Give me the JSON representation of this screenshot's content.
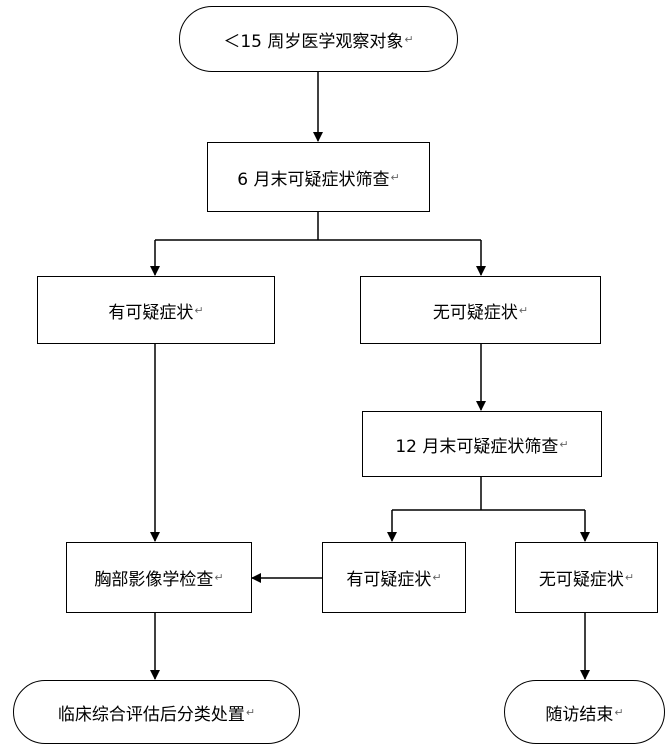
{
  "flowchart": {
    "start": "＜15 周岁医学观察对象",
    "screen6": "6 月末可疑症状筛查",
    "suspect6": "有可疑症状",
    "nosuspect6": "无可疑症状",
    "screen12": "12 月末可疑症状筛查",
    "suspect12": "有可疑症状",
    "nosuspect12": "无可疑症状",
    "chest": "胸部影像学检查",
    "clinical": "临床综合评估后分类处置",
    "end": "随访结束",
    "paragraph_mark": "↵"
  }
}
